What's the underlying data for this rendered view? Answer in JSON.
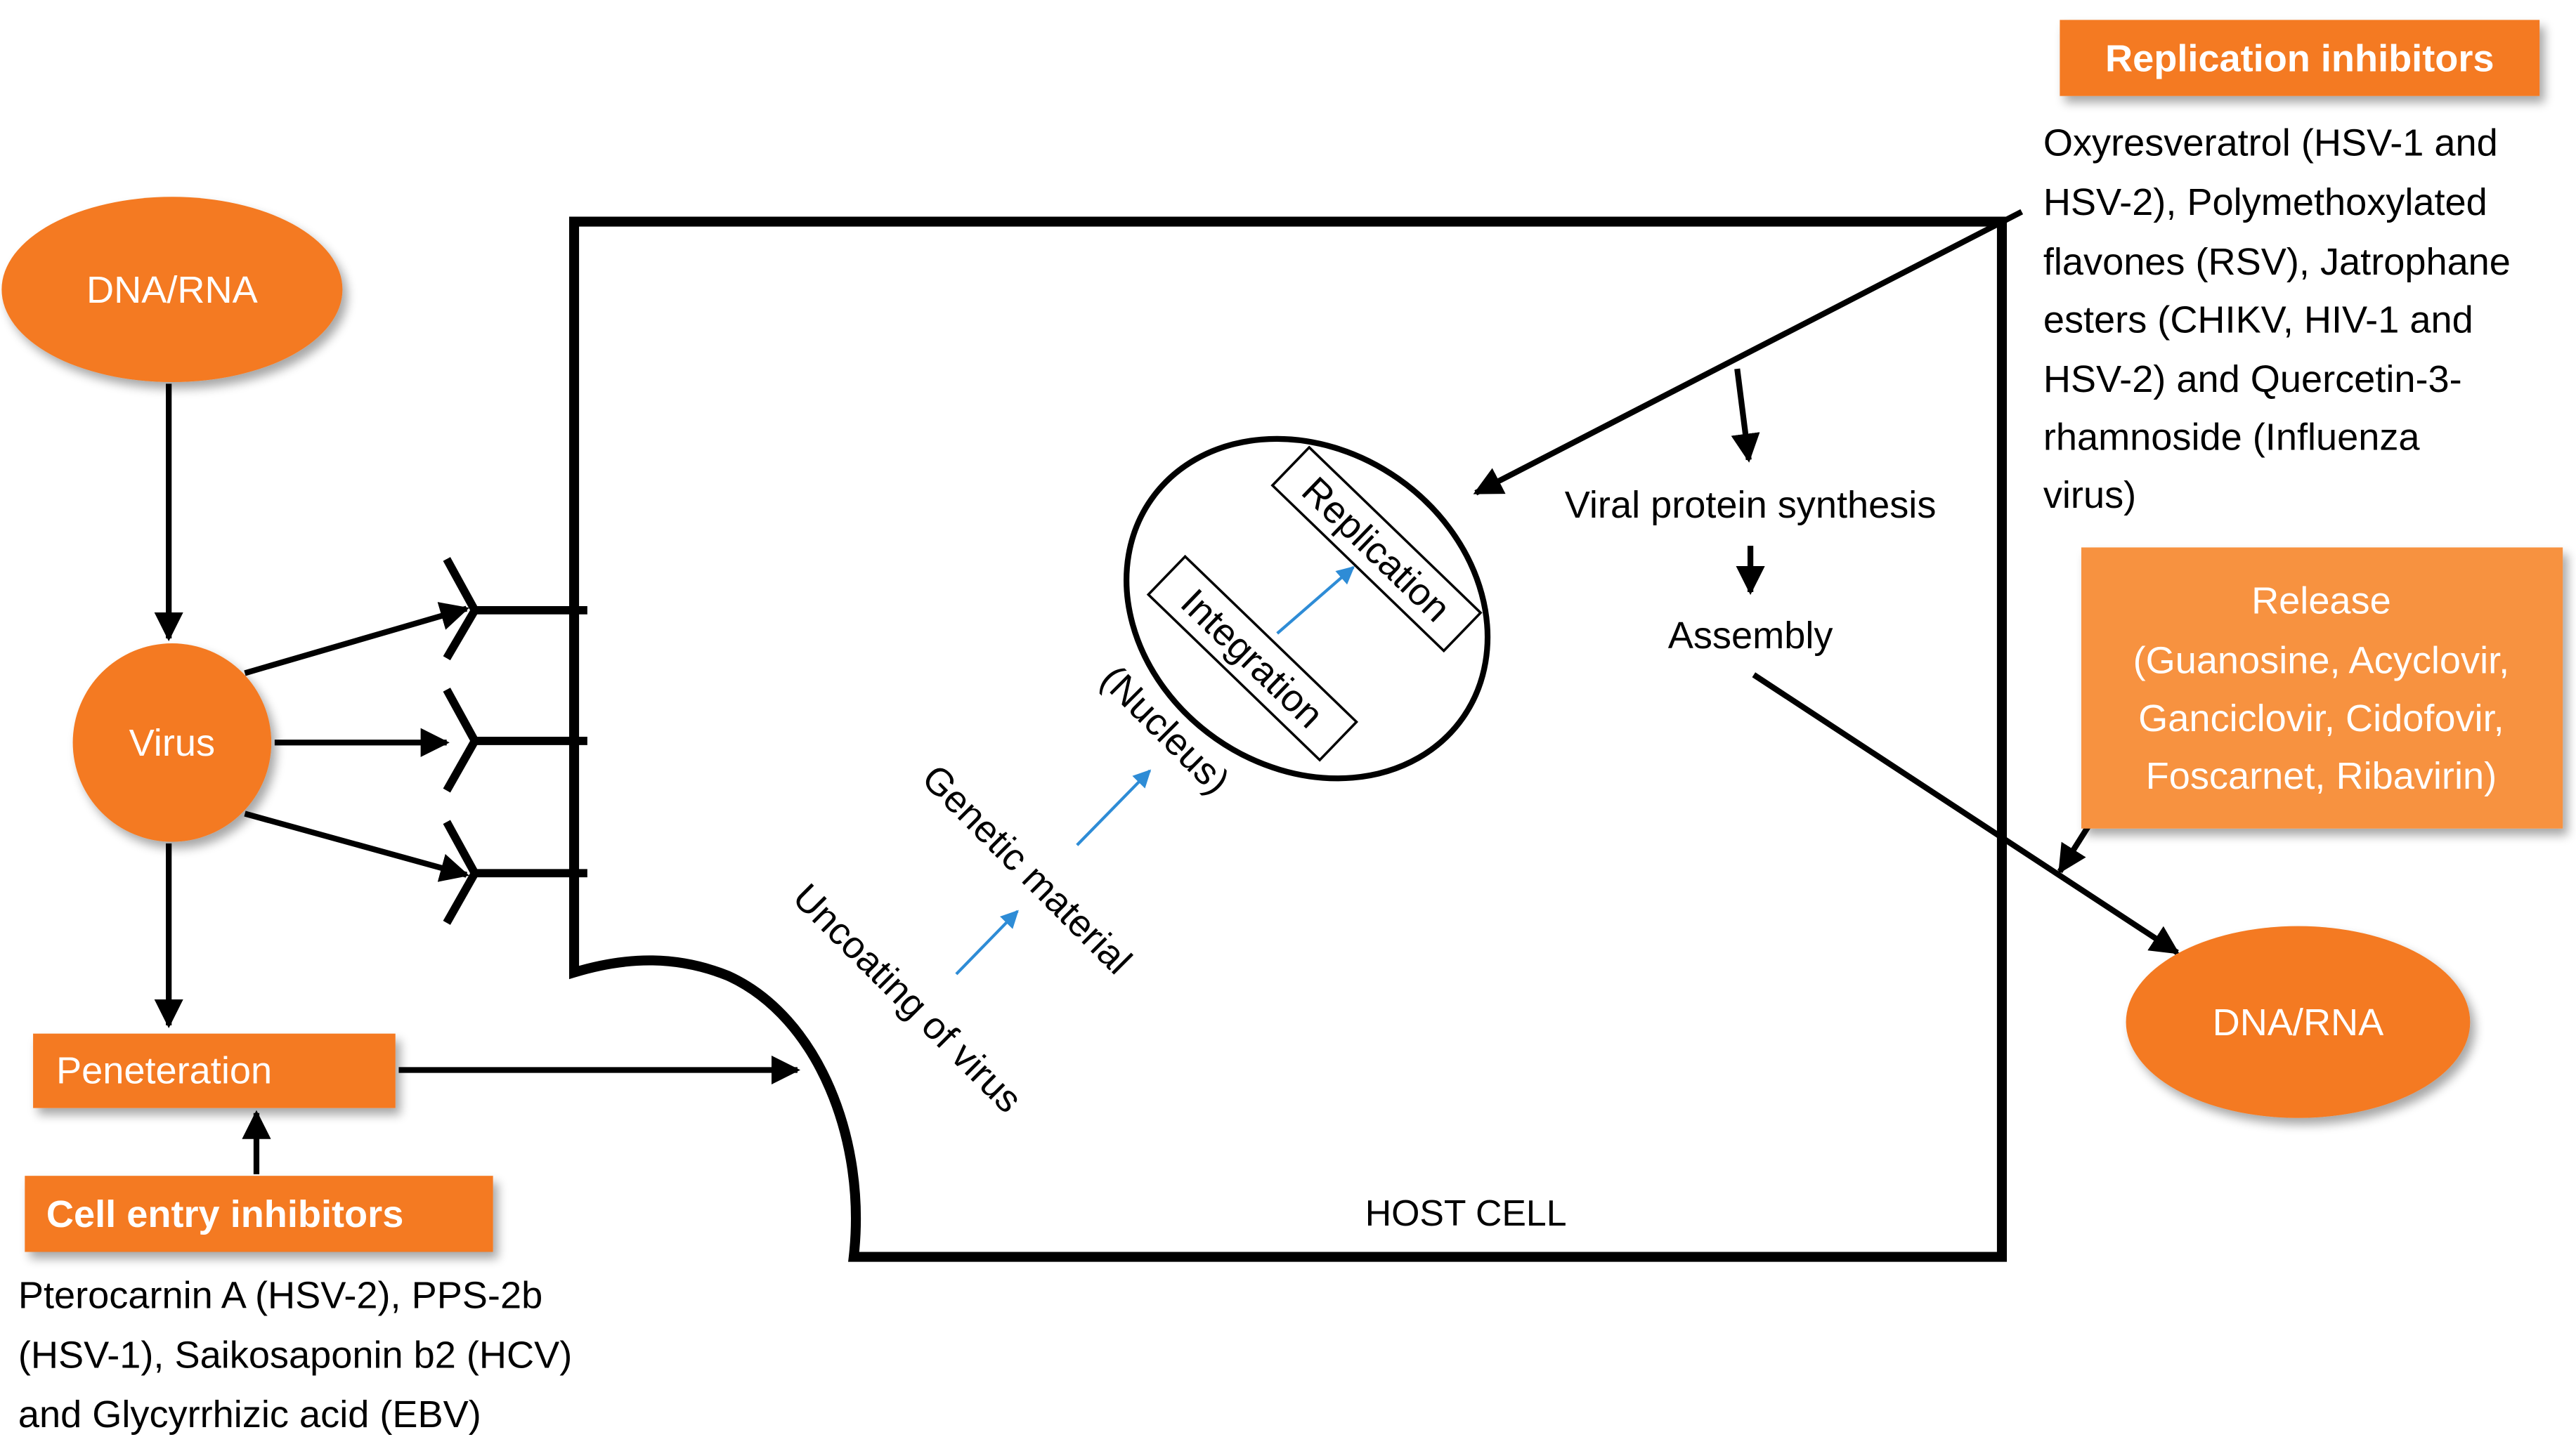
{
  "theme": {
    "accent": "#F47A20",
    "accent_light": "#F7923F",
    "line": "#000000",
    "small_arrow": "#2E8CD6"
  },
  "nodes": {
    "dna_rna_top": "DNA/RNA",
    "virus": "Virus",
    "peneteration": "Peneteration",
    "cell_entry_inhibitors": "Cell entry inhibitors",
    "replication_inhibitors": "Replication inhibitors",
    "release_title": "Release",
    "release_drugs": [
      "(Guanosine, Acyclovir,",
      "Ganciclovir, Cidofovir,",
      "Foscarnet, Ribavirin)"
    ],
    "dna_rna_out": "DNA/RNA"
  },
  "cell": {
    "host_cell": "HOST CELL",
    "uncoating": "Uncoating of virus",
    "genetic_material": "Genetic material",
    "nucleus": "(Nucleus)",
    "integration": "Integration",
    "replication": "Replication",
    "viral_protein_synthesis": "Viral protein synthesis",
    "assembly": "Assembly"
  },
  "notes": {
    "cell_entry_examples": [
      "Pterocarnin A (HSV-2), PPS-2b",
      "(HSV-1), Saikosaponin b2 (HCV)",
      "and Glycyrrhizic acid (EBV)"
    ],
    "replication_examples": [
      "Oxyresveratrol (HSV-1 and",
      "HSV-2), Polymethoxylated",
      "flavones (RSV), Jatrophane",
      "esters (CHIKV, HIV-1 and",
      "HSV-2) and Quercetin-3-",
      "rhamnoside (Influenza",
      "virus)"
    ]
  }
}
